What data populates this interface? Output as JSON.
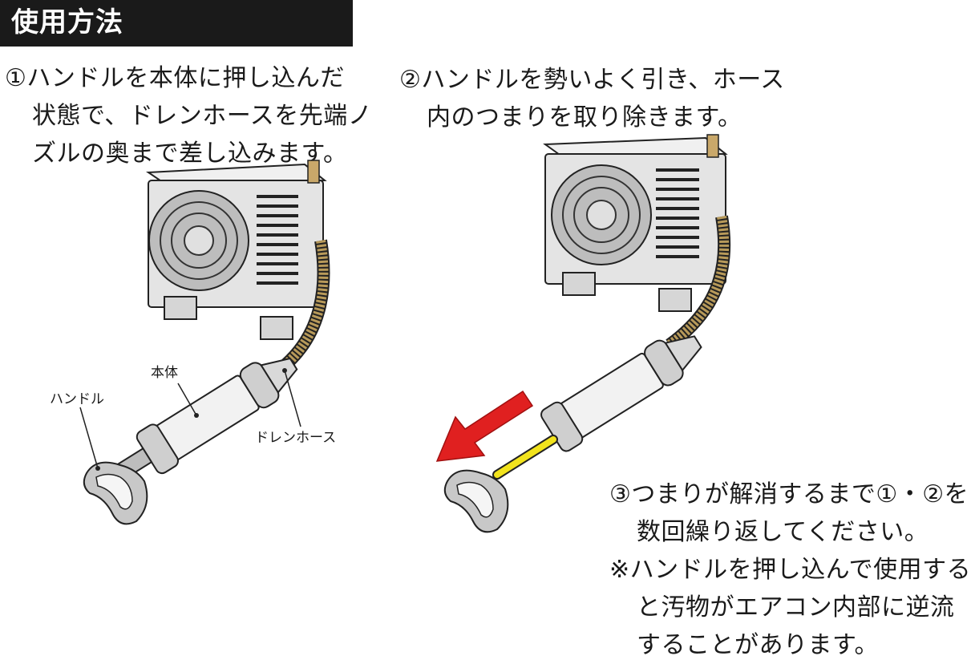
{
  "header": {
    "title": "使用方法"
  },
  "steps": [
    {
      "lines": [
        "①ハンドルを本体に押し込んだ",
        "状態で、ドレンホースを先端ノ",
        "ズルの奥まで差し込みます。"
      ]
    },
    {
      "lines": [
        "②ハンドルを勢いよく引き、ホース",
        "内のつまりを取り除きます。"
      ]
    },
    {
      "lines": [
        "③つまりが解消するまで①・②を",
        "数回繰り返してください。"
      ],
      "note_lines": [
        "※ハンドルを押し込んで使用する",
        "と汚物がエアコン内部に逆流",
        "することがあります。"
      ]
    }
  ],
  "labels": {
    "body": "本体",
    "handle": "ハンドル",
    "drain_hose": "ドレンホース"
  },
  "colors": {
    "header_bg": "#1a1a1a",
    "arrow": "#e02020",
    "rod": "#f2e31c",
    "hose": "#b89a5a",
    "unit": "#e4e4e4"
  }
}
